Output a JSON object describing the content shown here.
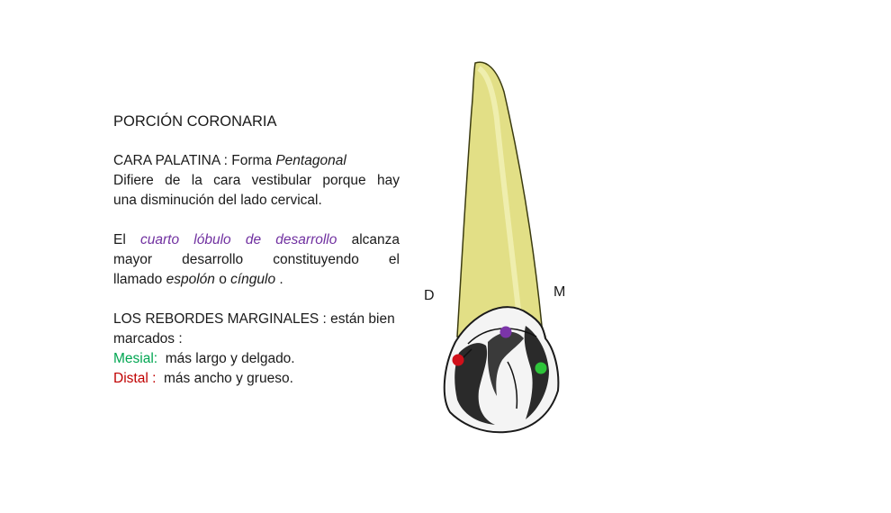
{
  "heading": "PORCIÓN CORONARIA",
  "palatina": {
    "label": "CARA PALATINA :",
    "forma": " Forma ",
    "forma_value": "Pentagonal",
    "line1": "Difiere de la cara vestibular porque hay",
    "line2": "una disminución del lado cervical."
  },
  "lobulo": {
    "el": "El ",
    "highlight": "cuarto lóbulo de desarrollo",
    "rest1": " alcanza",
    "line2": "mayor desarrollo constituyendo el",
    "llamado": "llamado ",
    "espolon": "espolón",
    "o": " o ",
    "cingulo": "cíngulo",
    "end": " ."
  },
  "rebordes": {
    "label": "LOS REBORDES MARGINALES :",
    "rest1": " están bien",
    "line2": "marcados :",
    "mesial_label": "Mesial:",
    "mesial_text": "  más largo y delgado.",
    "distal_label": "Distal :",
    "distal_text": "  más ancho y grueso."
  },
  "diagram": {
    "left_label": "D",
    "right_label": "M",
    "dot_colors": {
      "distal": "#d0101a",
      "cingulo": "#7b35a8",
      "mesial": "#2ec43a"
    },
    "root_color": "#e2df86"
  }
}
